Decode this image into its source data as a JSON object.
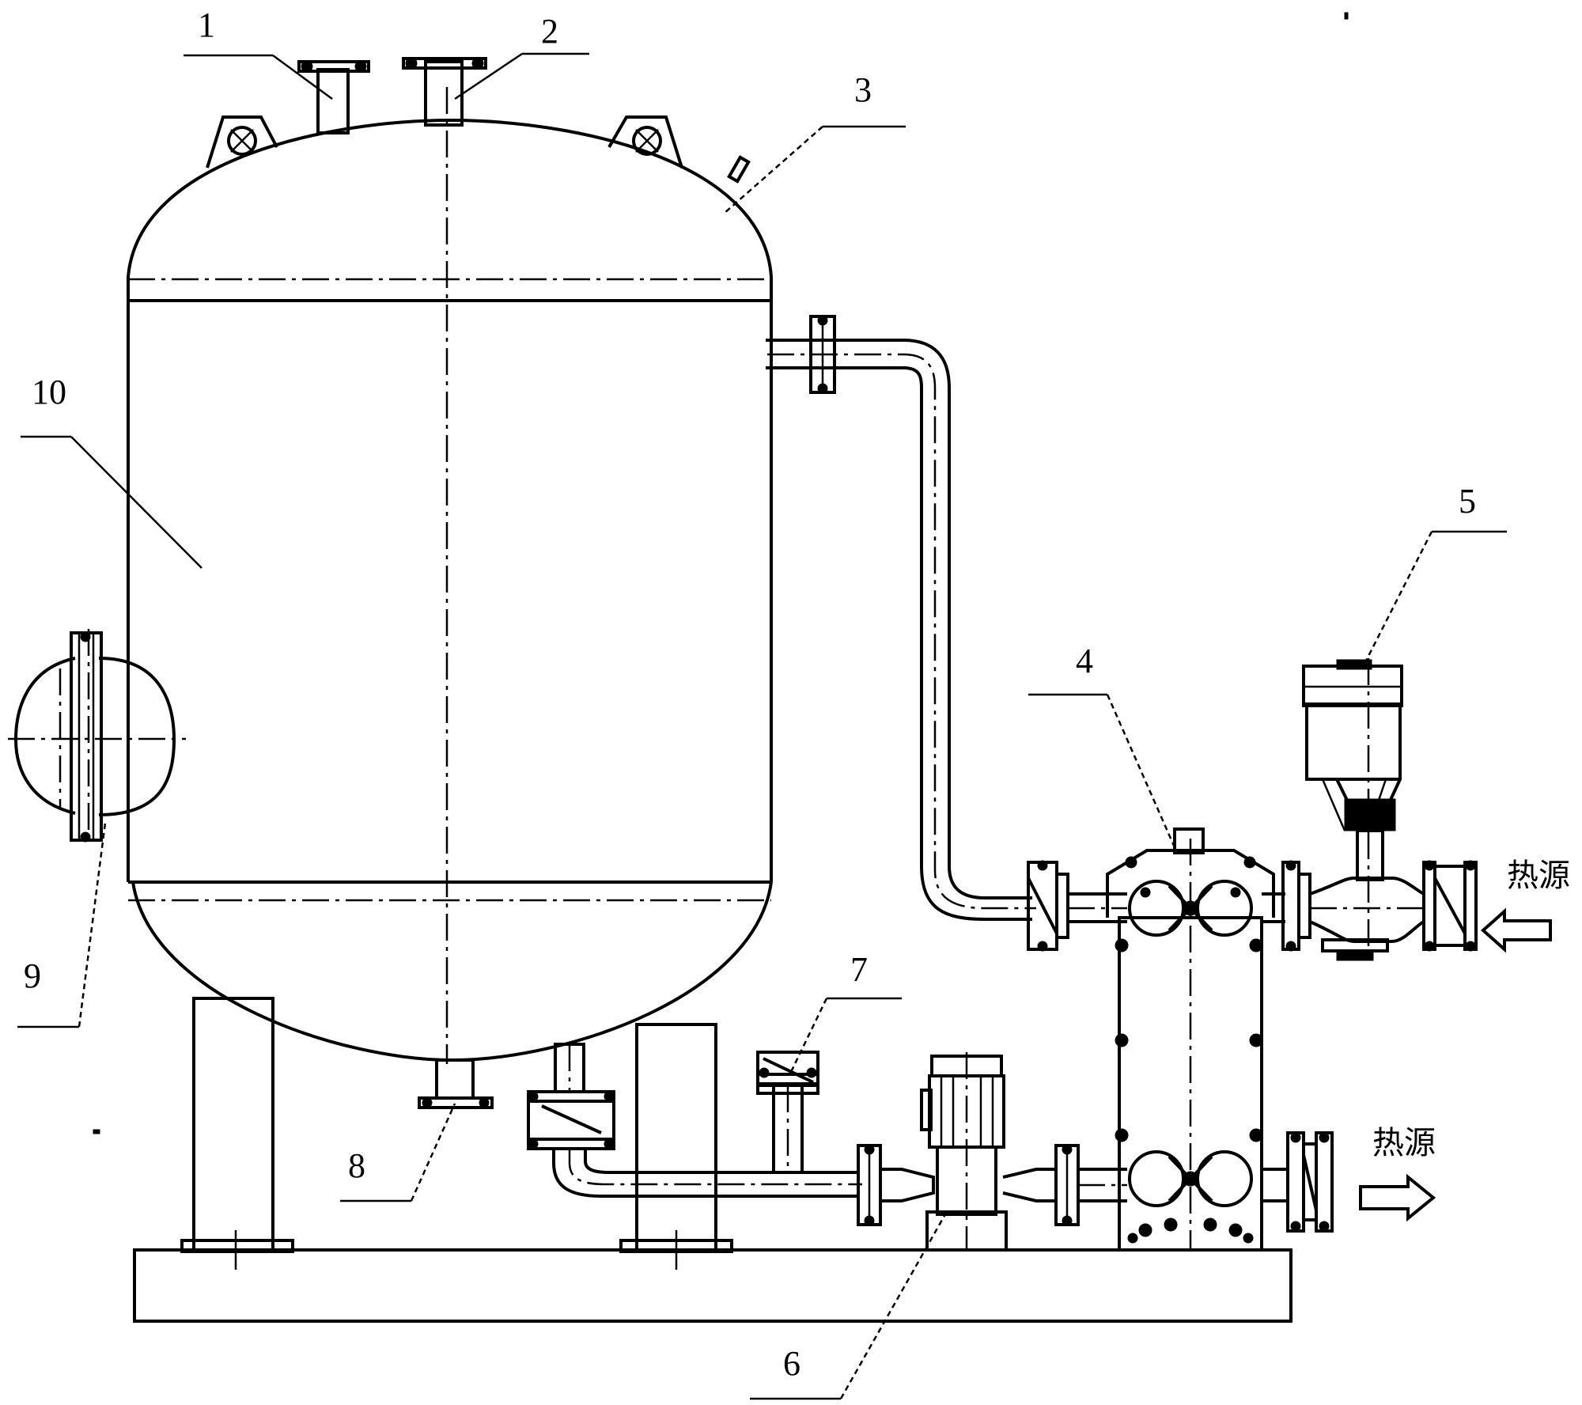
{
  "labels": {
    "callout_1": "1",
    "callout_2": "2",
    "callout_3": "3",
    "callout_4": "4",
    "callout_5": "5",
    "callout_6": "6",
    "callout_7": "7",
    "callout_8": "8",
    "callout_9": "9",
    "callout_10": "10"
  },
  "flow": {
    "inlet_label": "热源",
    "outlet_label": "热源"
  }
}
